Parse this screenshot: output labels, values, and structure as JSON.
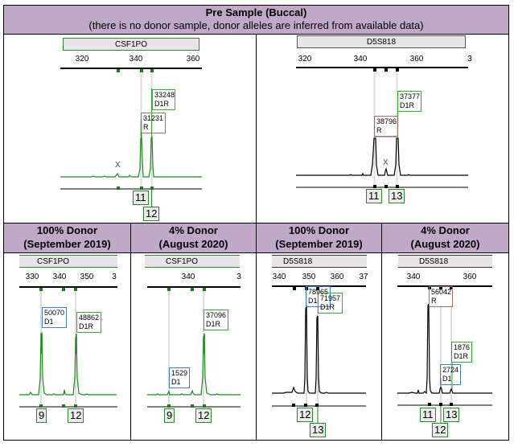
{
  "top_header": {
    "title": "Pre Sample (Buccal)",
    "subtitle": "(there is no donor sample, donor alleles are inferred from available data)"
  },
  "bottom_headers": [
    {
      "line1": "100% Donor",
      "line2": "(September 2019)"
    },
    {
      "line1": "4% Donor",
      "line2": "(August 2020)"
    },
    {
      "line1": "100% Donor",
      "line2": "(September 2019)"
    },
    {
      "line1": "4% Donor",
      "line2": "(August 2020)"
    }
  ],
  "colors": {
    "header_bg": "#c0a8c8",
    "trace_green": "#1a8a1a",
    "trace_black": "#000000",
    "recipient_box": "#a07070",
    "donor_box": "#3a80d8",
    "donor_recipient_box": "#30b030"
  },
  "panels": {
    "pre_csf": {
      "locus": "CSF1PO",
      "ticks": [
        "320",
        "340",
        "360"
      ],
      "peak_labels": [
        {
          "value": "33248",
          "type": "D1R"
        },
        {
          "value": "31231",
          "type": "R"
        }
      ],
      "alleles": [
        "11",
        "12"
      ],
      "artifact": "X"
    },
    "pre_d5": {
      "locus": "D5S818",
      "ticks": [
        "320",
        "340",
        "360",
        "3"
      ],
      "peak_labels": [
        {
          "value": "37377",
          "type": "D1R"
        },
        {
          "value": "38796",
          "type": "R"
        }
      ],
      "alleles": [
        "11",
        "13"
      ],
      "artifact": "X"
    },
    "d100_csf": {
      "locus": "CSF1PO",
      "ticks": [
        "330",
        "340",
        "350",
        "3"
      ],
      "peak_labels": [
        {
          "value": "50070",
          "type": "D1"
        },
        {
          "value": "48862",
          "type": "D1R"
        }
      ],
      "alleles": [
        "9",
        "12"
      ]
    },
    "d4_csf": {
      "locus": "CSF1PO",
      "ticks": [
        "340",
        "3"
      ],
      "peak_labels": [
        {
          "value": "37096",
          "type": "D1R"
        },
        {
          "value": "1529",
          "type": "D1"
        }
      ],
      "alleles": [
        "9",
        "12"
      ]
    },
    "d100_d5": {
      "locus": "D5S818",
      "ticks": [
        "340",
        "350",
        "360",
        "37"
      ],
      "peak_labels": [
        {
          "value": "78965",
          "type": "D1"
        },
        {
          "value": "71957",
          "type": "D1R"
        }
      ],
      "alleles": [
        "12",
        "13"
      ]
    },
    "d4_d5": {
      "locus": "D5S818",
      "ticks": [
        "340",
        "360"
      ],
      "peak_labels": [
        {
          "value": "56042",
          "type": "R"
        },
        {
          "value": "1876",
          "type": "D1R"
        },
        {
          "value": "2724",
          "type": "D1"
        }
      ],
      "alleles": [
        "11",
        "12",
        "13"
      ]
    }
  }
}
